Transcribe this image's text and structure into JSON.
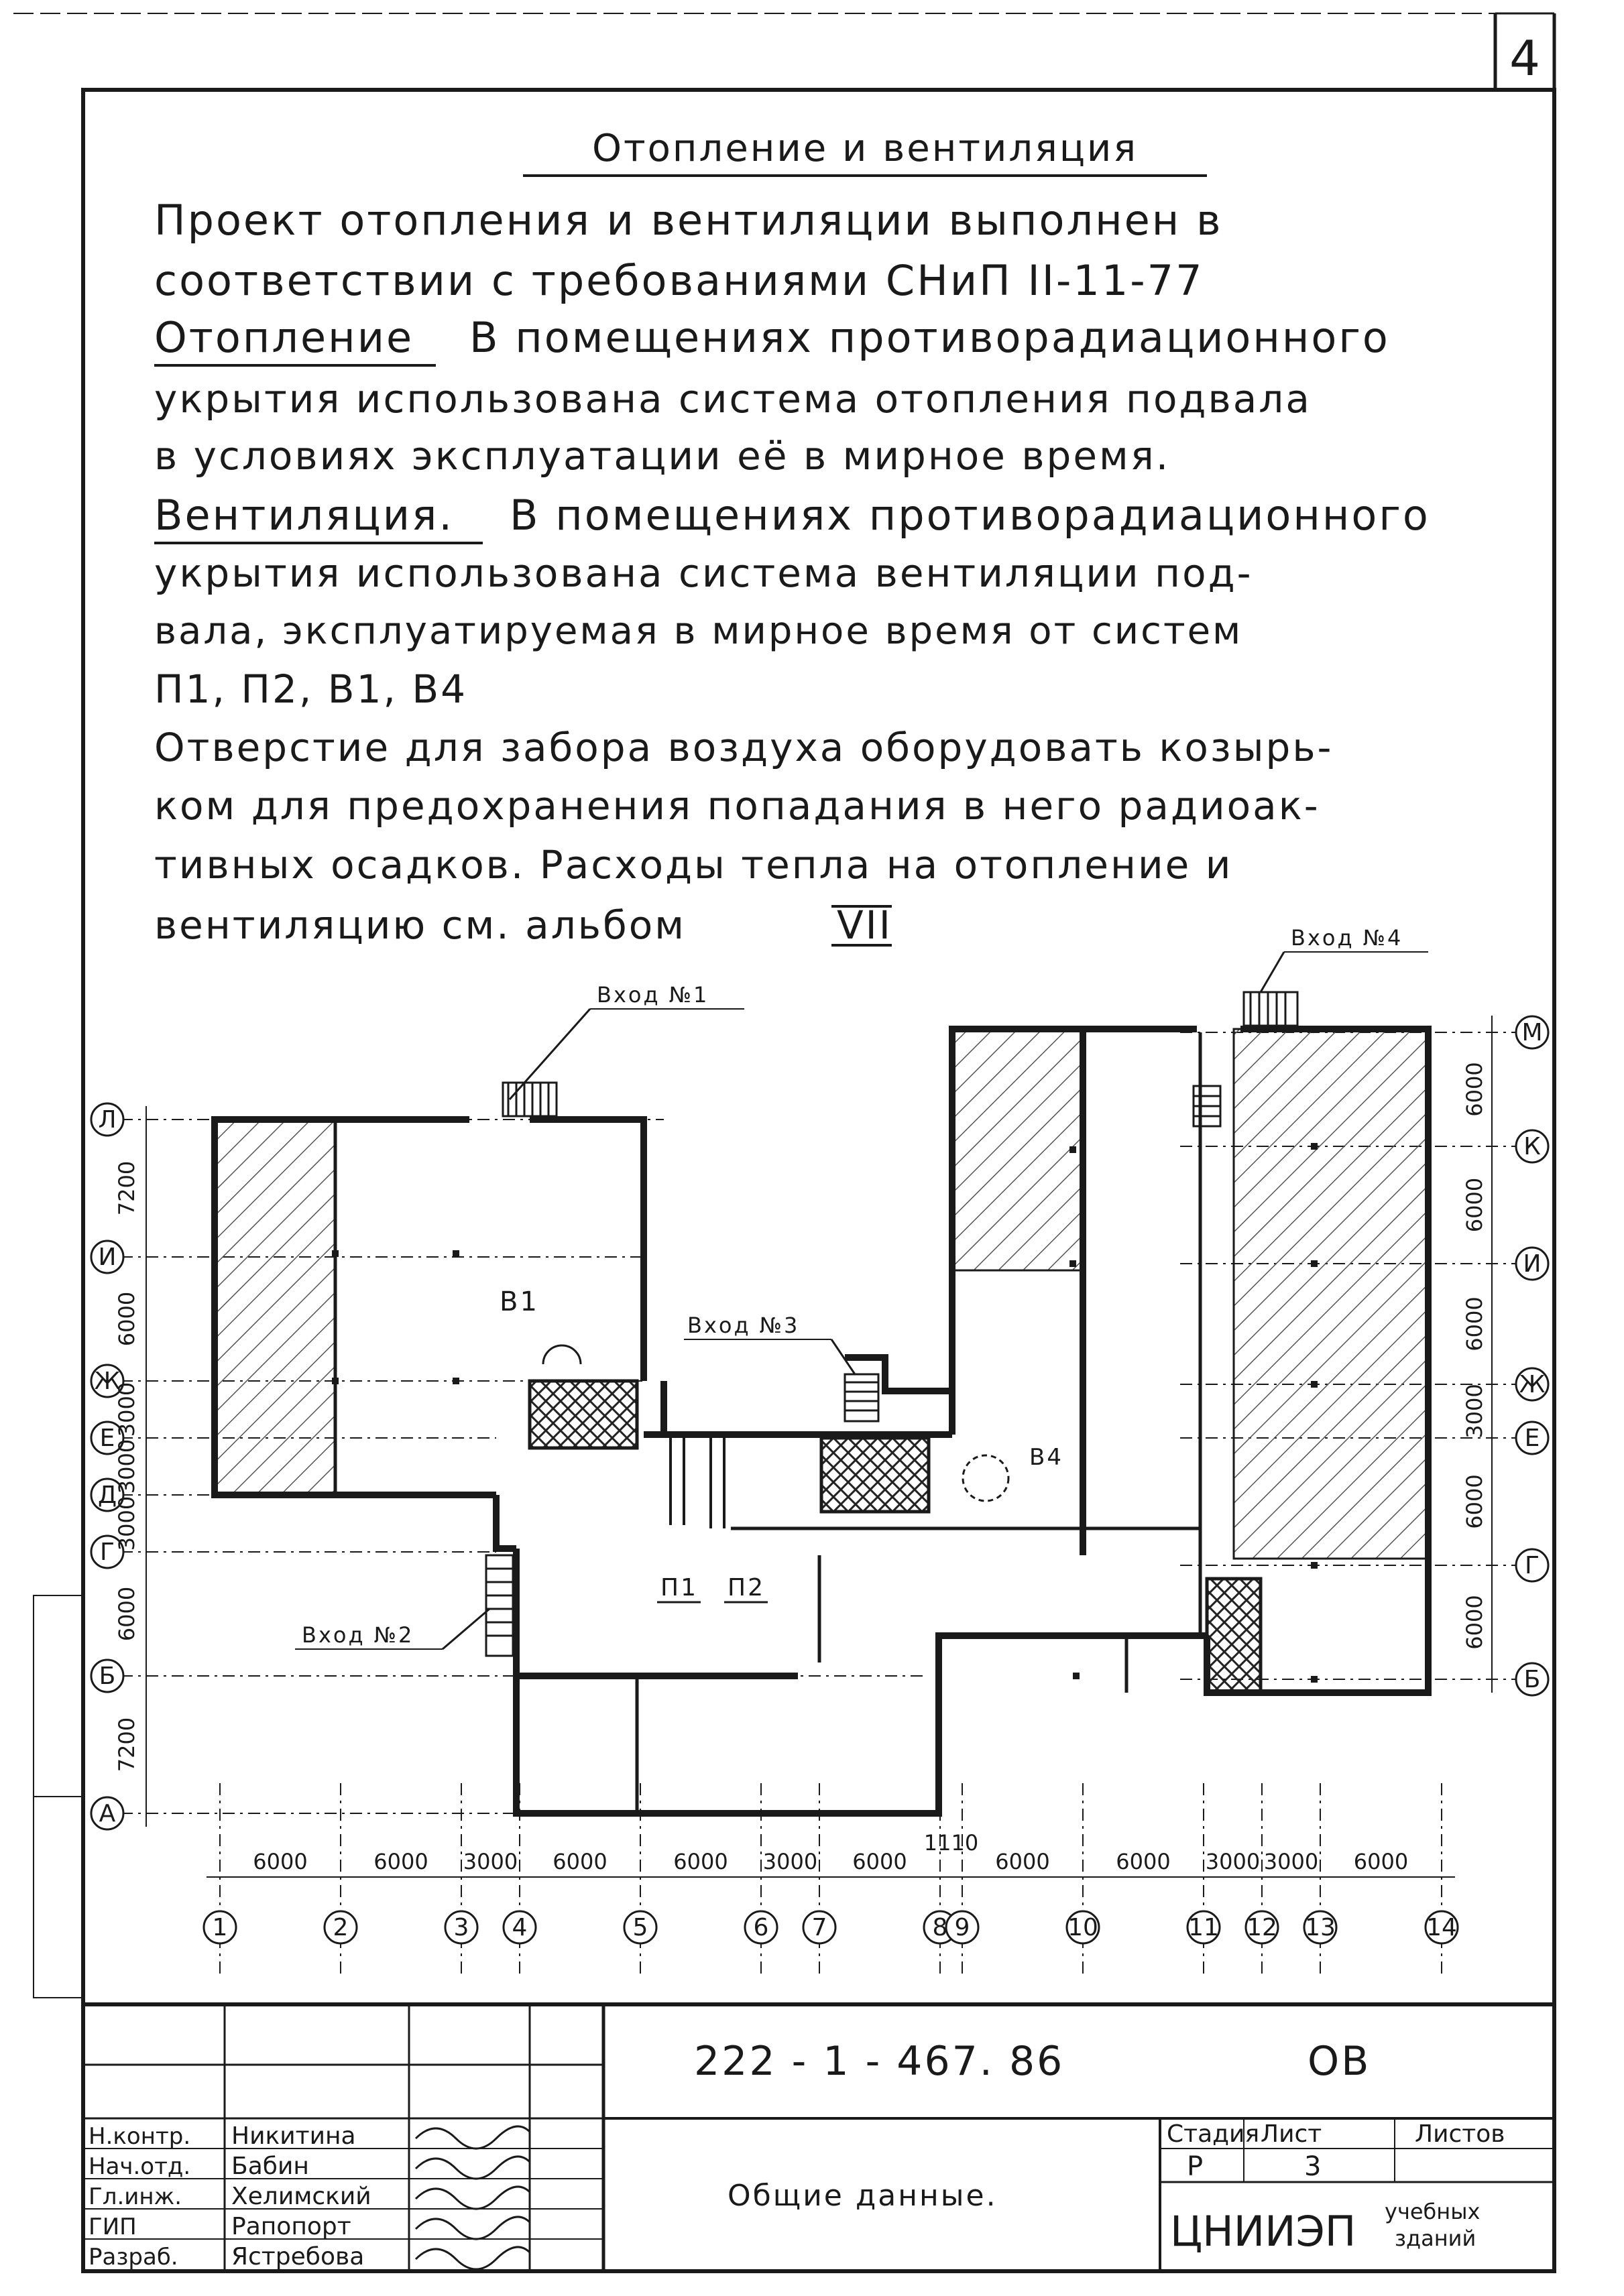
{
  "sheet_number": "4",
  "section_title": "Отопление и вентиляция",
  "intro_lines": [
    "Проект отопления и вентиляции выполнен в",
    "соответствии с требованиями СНиП II-11-77"
  ],
  "heating": {
    "heading": "Отопление",
    "lines": [
      "В помещениях противорадиационного",
      "укрытия использована система отопления подвала",
      "в условиях эксплуатации её в мирное время."
    ]
  },
  "ventilation": {
    "heading": "Вентиляция.",
    "lines": [
      "В помещениях противорадиационного",
      "укрытия использована система вентиляции под-",
      "вала, эксплуатируемая в мирное время от систем",
      "П1, П2, В1, В4"
    ]
  },
  "air_intake_lines": [
    "Отверстие для забора воздуха оборудовать козырь-",
    "ком для предохранения попадания в него радиоак-",
    "тивных осадков. Расходы тепла на отопление и"
  ],
  "last_line_prefix": "вентиляцию см. альбом",
  "album_ref": "VII",
  "plan": {
    "entrances": {
      "e1": "Вход №1",
      "e2": "Вход №2",
      "e3": "Вход №3",
      "e4": "Вход №4"
    },
    "systems": {
      "b1": "В1",
      "b4": "В4",
      "p1": "П1",
      "p2": "П2"
    },
    "left_axes": [
      "Л",
      "И",
      "Ж",
      "Е",
      "Д",
      "Г",
      "Б",
      "А"
    ],
    "left_dims": [
      "7200",
      "6000",
      "3000",
      "3000",
      "3000",
      "6000",
      "7200"
    ],
    "right_axes": [
      "М",
      "К",
      "И",
      "Ж",
      "Е",
      "Г",
      "Б"
    ],
    "right_dims": [
      "6000",
      "6000",
      "6000",
      "3000",
      "6000",
      "6000"
    ],
    "bottom_axes": [
      "1",
      "2",
      "3",
      "4",
      "5",
      "6",
      "7",
      "8",
      "9",
      "10",
      "11",
      "12",
      "13",
      "14"
    ],
    "bottom_dims": [
      "6000",
      "6000",
      "3000",
      "6000",
      "6000",
      "3000",
      "6000",
      "1110",
      "6000",
      "6000",
      "3000",
      "3000",
      "6000"
    ]
  },
  "title_block": {
    "doc_code": "222 - 1 - 467. 86",
    "mark": "ОВ",
    "drawing_title": "Общие данные.",
    "stage_header": "Стадия",
    "sheet_header": "Лист",
    "sheets_header": "Листов",
    "stage_value": "Р",
    "sheet_value": "3",
    "org_name": "ЦНИИЭП",
    "org_sub_1": "учебных",
    "org_sub_2": "зданий",
    "roles": [
      {
        "role": "Н.контр.",
        "name": "Никитина"
      },
      {
        "role": "Нач.отд.",
        "name": "Бабин"
      },
      {
        "role": "Гл.инж.",
        "name": "Хелимский"
      },
      {
        "role": "ГИП",
        "name": "Рапопорт"
      },
      {
        "role": "Разраб.",
        "name": "Ястребова"
      }
    ]
  }
}
